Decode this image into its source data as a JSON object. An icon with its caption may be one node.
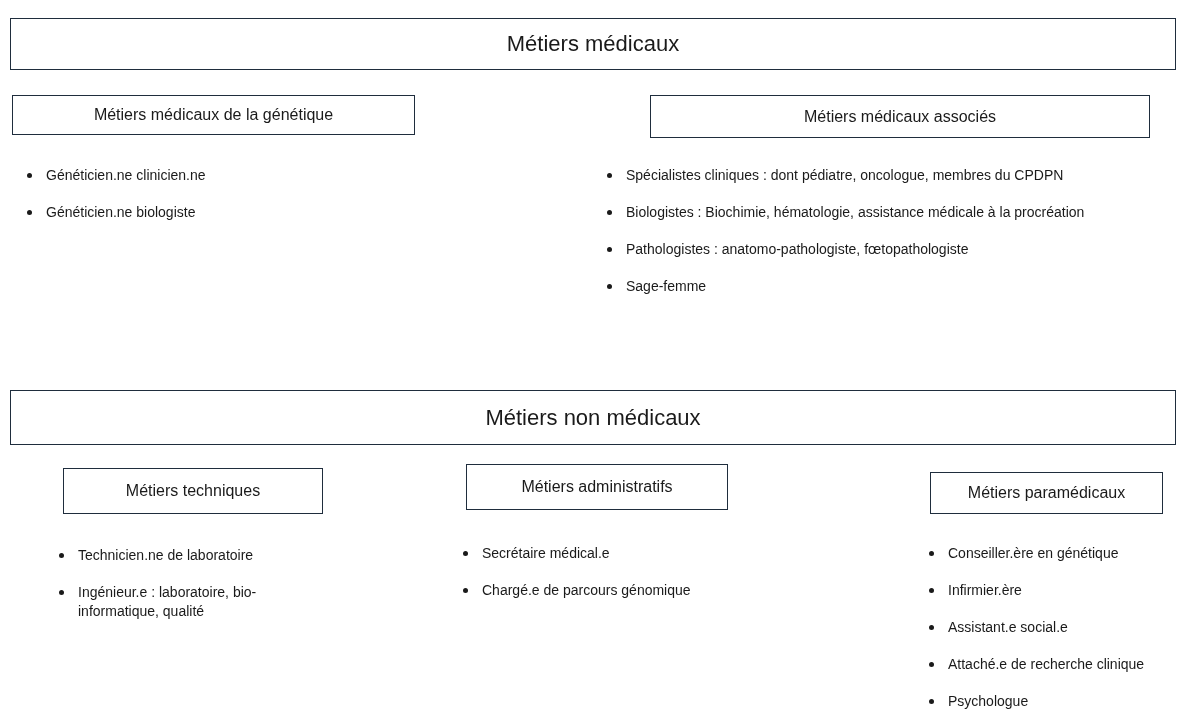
{
  "diagram": {
    "nodes": [
      {
        "text": [
          "Métiers médicaux"
        ]
      },
      {
        "text": [
          "Métiers médicaux de la génétique"
        ],
        "beside": [
          "Généticien.ne clinicien.ne",
          "Généticien.ne biologiste"
        ]
      },
      {
        "text": [
          "Métiers médicaux associés"
        ],
        "beside": [
          "Spécialistes cliniques : dont pédiatre, oncologue, membres du CPDPN",
          "Biologistes : Biochimie, hématologie, assistance médicale à la procréation",
          "Pathologistes : anatomo-pathologiste, fœtopathologiste",
          "Sage-femme"
        ]
      },
      {
        "text": [
          "Métiers non médicaux"
        ]
      },
      {
        "text": [
          "Métiers techniques"
        ],
        "beside": [
          "Technicien.ne de laboratoire",
          "Ingénieur.e : laboratoire, bio-informatique, qualité"
        ]
      },
      {
        "text": [
          "Métiers administratifs"
        ],
        "beside": [
          "Secrétaire médical.e",
          "Chargé.e de parcours génomique"
        ]
      },
      {
        "text": [
          "Métiers paramédicaux"
        ],
        "beside": [
          "Conseiller.ère en génétique",
          "Infirmier.ère",
          "Assistant.e social.e",
          "Attaché.e de recherche clinique",
          "Psychologue"
        ]
      }
    ],
    "edges": []
  }
}
